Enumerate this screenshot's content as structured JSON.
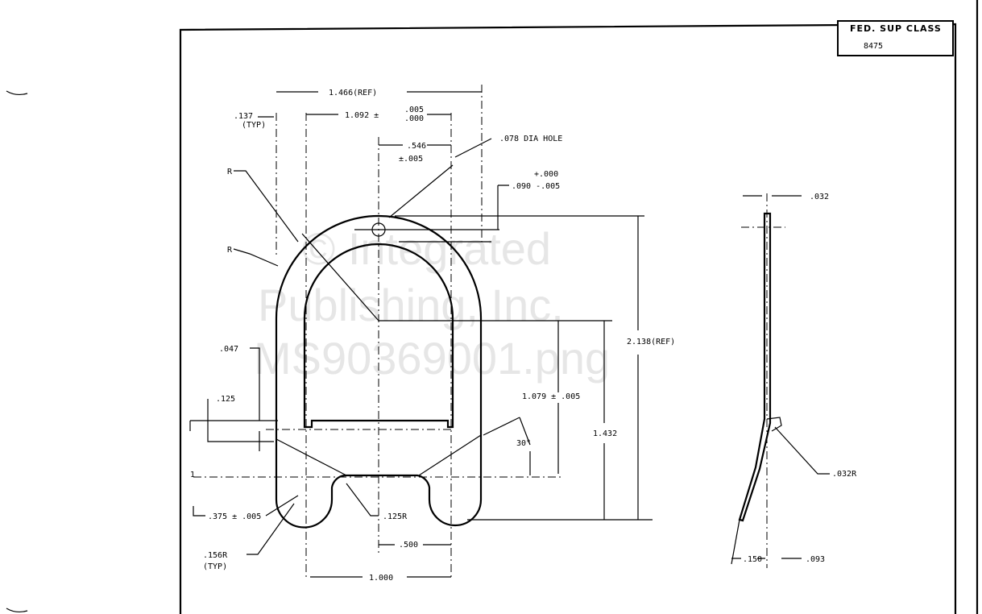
{
  "title_block": {
    "heading": "FED. SUP CLASS",
    "value": "8475"
  },
  "watermark": {
    "line1": "© Integrated",
    "line2": "Publishing, Inc.",
    "line3": "MS90369001.png"
  },
  "dimensions": {
    "overall_width": "1.466(REF)",
    "typ_137": ".137",
    "typ_label": "(TYP)",
    "inner_width": "1.092 ±",
    "inner_tol_plus": ".005",
    "inner_tol_minus": ".000",
    "half_width": ".546",
    "half_tol": "±.005",
    "hole": ".078 DIA HOLE",
    "hole_tol_plus": "+.000",
    "hole_offset": ".090 -.005",
    "radius_outer": "R",
    "radius_inner": "R",
    "height_ref": "2.138(REF)",
    "dim_047": ".047",
    "dim_125": ".125",
    "dim_1079": "1.079 ± .005",
    "angle": "30°",
    "dim_1432": "1.432",
    "datum": "1",
    "dim_375": ".375 ± .005",
    "radius_125": ".125R",
    "dim_500": ".500",
    "radius_156": ".156R",
    "radius_156_typ": "(TYP)",
    "dim_1000": "1.000",
    "side_032": ".032",
    "side_032r": ".032R",
    "side_150": ".150",
    "side_093": ".093"
  }
}
